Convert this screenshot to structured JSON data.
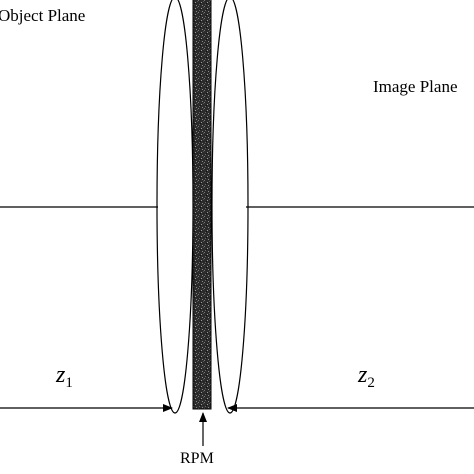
{
  "labels": {
    "object_plane": "Object Plane",
    "image_plane": "Image Plane",
    "rpm": "RPM"
  },
  "distances": {
    "z1": {
      "symbol": "z",
      "subscript": "1"
    },
    "z2": {
      "symbol": "z",
      "subscript": "2"
    }
  },
  "colors": {
    "line": "#000000",
    "rpm_plate": "#2b2b2b",
    "background": "#ffffff"
  }
}
